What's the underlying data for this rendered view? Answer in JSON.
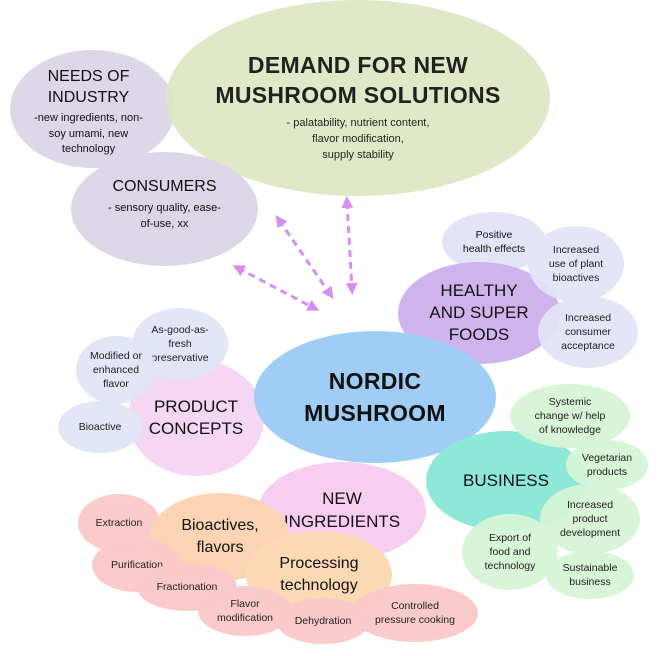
{
  "colors": {
    "demand": "#dde7c3",
    "needs": "#ddd7e8",
    "consumers": "#dcd6e7",
    "nordic": "#9fcdf5",
    "healthy": "#cfb3ec",
    "healthy_small": "#e3e4f6",
    "product": "#f5d6f3",
    "product_small": "#e1e5f6",
    "business": "#8de8d8",
    "business_small": "#d6f5d6",
    "new_ingredients": "#f7cdf2",
    "bioactives": "#fbd5b3",
    "processing": "#fbd9b3",
    "ingredient_small": "#fbc9c9",
    "arrow": "#d58ff0"
  },
  "demand": {
    "title_line1": "DEMAND FOR NEW",
    "title_line2": "MUSHROOM SOLUTIONS",
    "detail": "- palatability, nutrient content,\nflavor modification,\nsupply stability"
  },
  "needs": {
    "title": "NEEDS OF\nINDUSTRY",
    "detail": "-new ingredients, non-\nsoy umami, new\ntechnology"
  },
  "consumers": {
    "title": "CONSUMERS",
    "detail": "- sensory quality, ease-\nof-use, xx"
  },
  "nordic": {
    "title": "NORDIC\nMUSHROOM"
  },
  "healthy": {
    "title": "HEALTHY\nAND SUPER\nFOODS",
    "items": [
      "Positive\nhealth effects",
      "Increased\nuse of plant\nbioactives",
      "Increased\nconsumer\nacceptance"
    ]
  },
  "product": {
    "title": "PRODUCT\nCONCEPTS",
    "items": [
      "As-good-as-\nfresh\npreservative",
      "Modified or\nenhanced\nflavor",
      "Bioactive"
    ]
  },
  "business": {
    "title": "BUSINESS",
    "items": [
      "Systemic\nchange w/ help\nof knowledge",
      "Vegetarian\nproducts",
      "Increased\nproduct\ndevelopment",
      "Export of\nfood and\ntechnology",
      "Sustainable\nbusiness"
    ]
  },
  "new_ingredients": {
    "title": "NEW\nINGREDIENTS"
  },
  "bioactives": {
    "title": "Bioactives,\nflavors"
  },
  "processing": {
    "title": "Processing\ntechnology"
  },
  "ingredient_items": [
    "Extraction",
    "Purification",
    "Fractionation",
    "Flavor\nmodification",
    "Dehydration",
    "Controlled\npressure cooking"
  ]
}
